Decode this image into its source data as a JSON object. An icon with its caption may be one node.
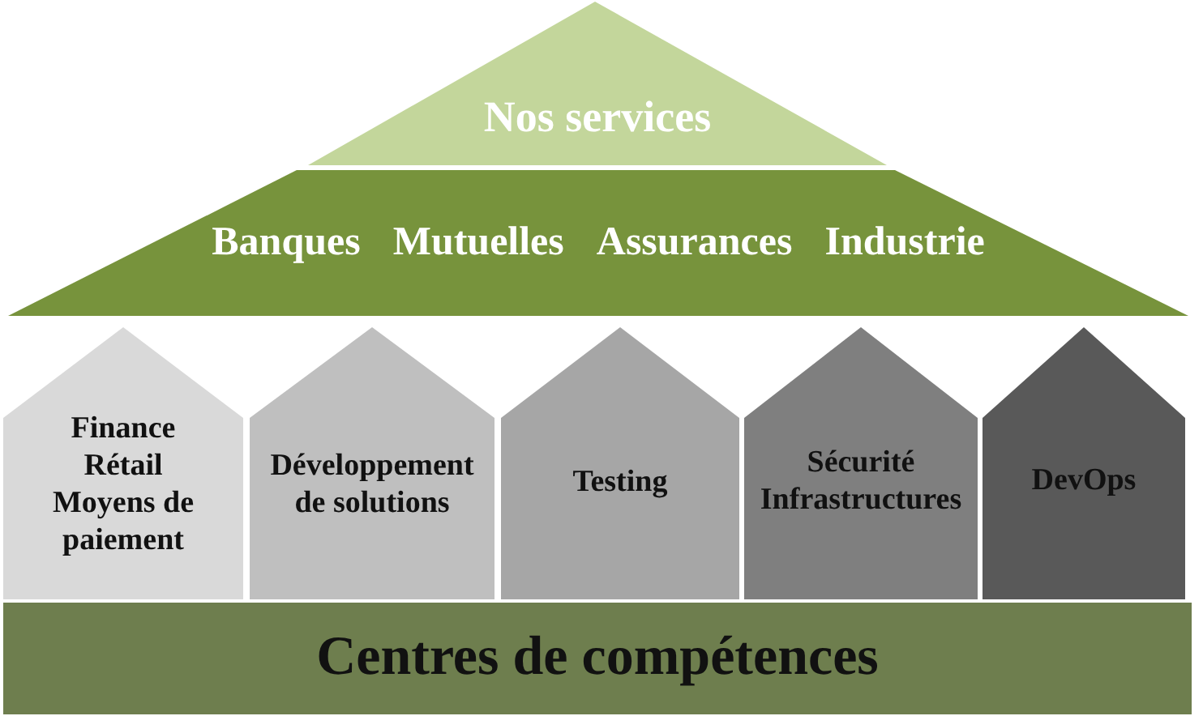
{
  "diagram": {
    "nodes": [
      {
        "text": [
          "Nos services"
        ]
      },
      {
        "text": [
          "Banques",
          "Mutuelles",
          "Assurances",
          "Industrie"
        ]
      },
      {
        "text": [
          "Finance",
          "Rétail",
          "Moyens de paiement"
        ]
      },
      {
        "text": [
          "Développement de solutions"
        ]
      },
      {
        "text": [
          "Testing"
        ]
      },
      {
        "text": [
          "Sécurité",
          "Infrastructures"
        ]
      },
      {
        "text": [
          "DevOps"
        ]
      },
      {
        "text": [
          "Centres de compétences"
        ]
      }
    ]
  }
}
